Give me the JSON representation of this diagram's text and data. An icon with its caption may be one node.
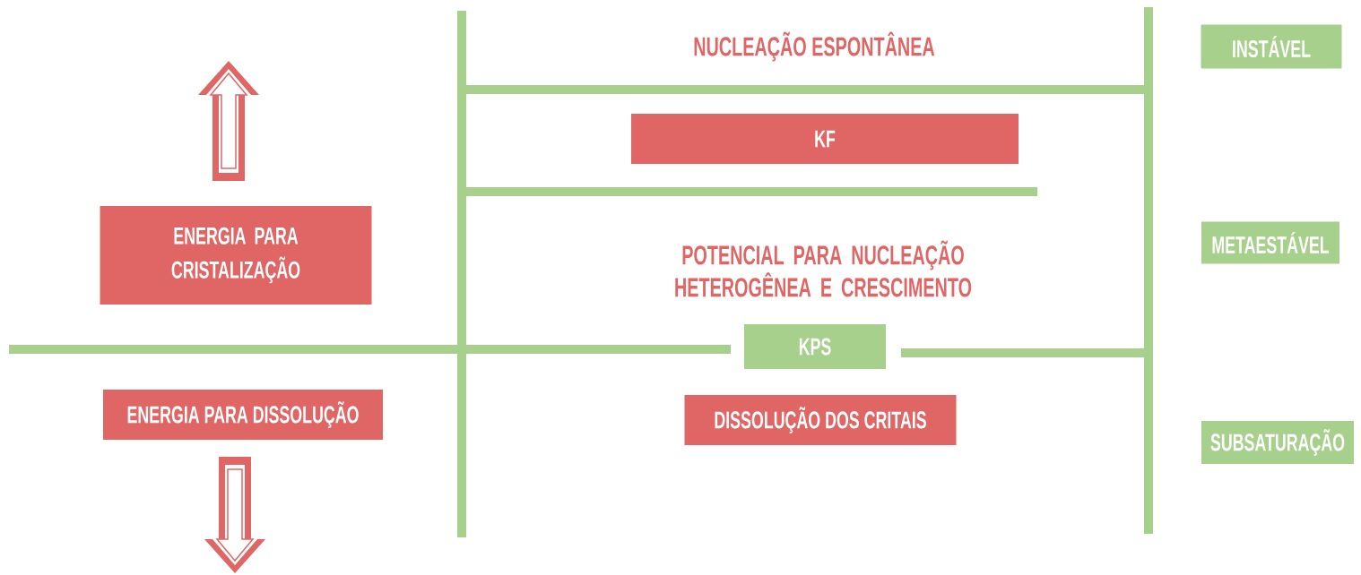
{
  "diagram": {
    "nodes": [
      {
        "text": [
          "INSTÁVEL"
        ]
      },
      {
        "text": [
          "KF"
        ]
      },
      {
        "text": [
          "ENERGIA PARA CRISTALIZAÇÃO"
        ]
      },
      {
        "text": [
          "METAESTÁVEL"
        ]
      },
      {
        "text": [
          "KPS"
        ]
      },
      {
        "text": [
          "ENERGIA PARA DISSOLUÇÃO"
        ]
      },
      {
        "text": [
          "DISSOLUÇÃO DOS CRITAIS"
        ]
      },
      {
        "text": [
          "SUBSATURAÇÃO"
        ]
      }
    ],
    "labels": [
      "NUCLEAÇÃO ESPONTÂNEA",
      "POTENCIAL PARA NUCLEAÇÃO HETEROGÊNEA E CRESCIMENTO"
    ]
  }
}
